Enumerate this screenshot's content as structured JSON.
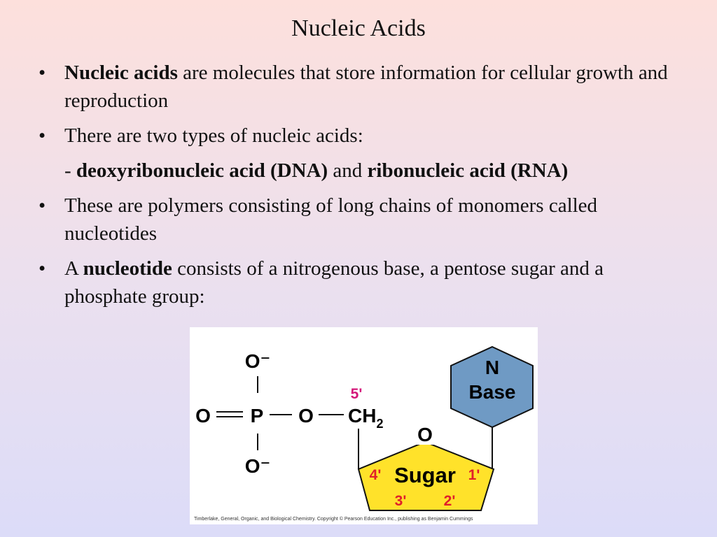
{
  "slide": {
    "title": "Nucleic Acids",
    "bullet_char": "•",
    "b1": {
      "bold": "Nucleic acids",
      "text": " are molecules that store information for cellular growth and reproduction"
    },
    "b2": {
      "text": "There are two types of nucleic acids:"
    },
    "sub": {
      "dash": "- ",
      "dna": "deoxyribonucleic acid (DNA)",
      "and": " and ",
      "rna": "ribonucleic acid (RNA)"
    },
    "b3": {
      "text": "These are polymers consisting of long chains of monomers called nucleotides"
    },
    "b4": {
      "pre": "A ",
      "bold": "nucleotide",
      "text": " consists of a nitrogenous base, a pentose sugar and a phosphate group:"
    }
  },
  "figure": {
    "phosphate": {
      "o_top": "O⁻",
      "o_left": "O",
      "p": "P",
      "o_link": "O",
      "o_bottom": "O⁻"
    },
    "ch2": "CH",
    "ch2_sub": "2",
    "ring_o": "O",
    "sugar_label": "Sugar",
    "base_n": "N",
    "base_label": "Base",
    "carbons": {
      "c5": "5'",
      "c4": "4'",
      "c1": "1'",
      "c3": "3'",
      "c2": "2'"
    },
    "caption": "Timberlake, General, Organic, and Biological Chemistry. Copyright © Pearson Education Inc., publishing as Benjamin Cummings",
    "colors": {
      "sugar": "#ffe22a",
      "base": "#6f9ac4",
      "carbon_num_red": "#e0202a",
      "carbon_num_pink": "#d4187a"
    }
  }
}
